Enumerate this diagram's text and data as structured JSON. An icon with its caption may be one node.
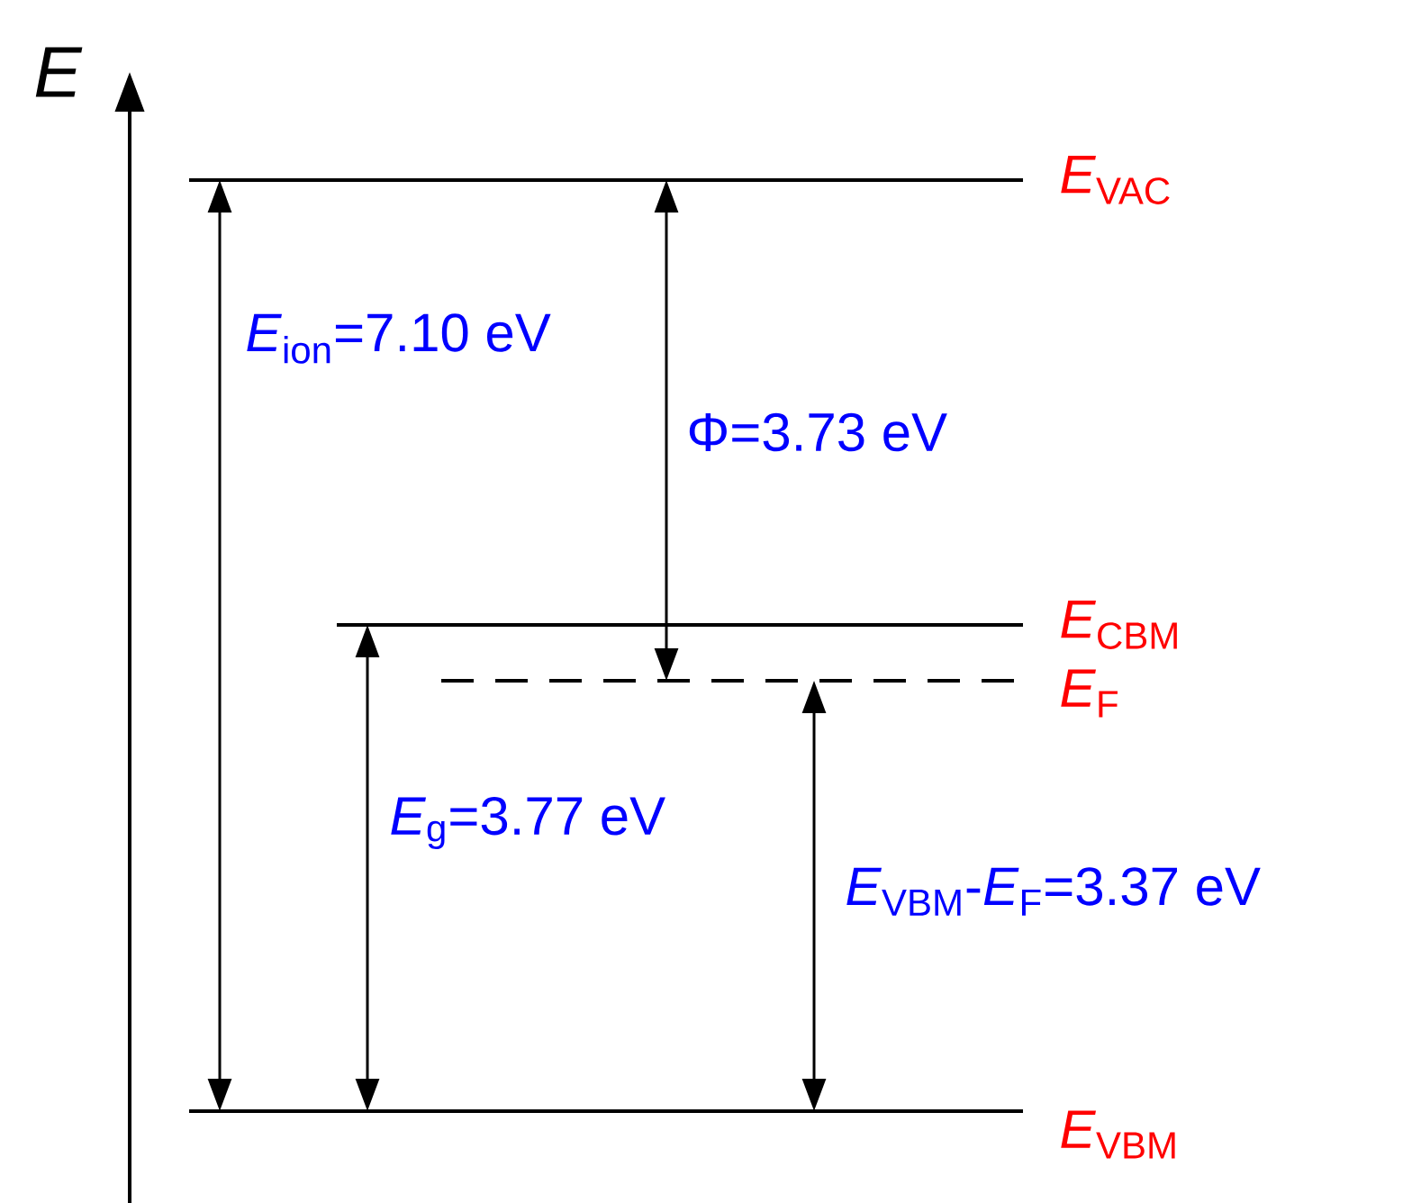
{
  "diagram": {
    "nodes": [
      {
        "text": [],
        "shape": "bar",
        "beside": [
          "*E*$_{VAC}$"
        ]
      },
      {
        "text": [],
        "shape": "bar",
        "beside": [
          "*E*$_{CBM}$"
        ]
      },
      {
        "text": [],
        "shape": "bar",
        "beside": [
          "*E*$_{F}$"
        ]
      },
      {
        "text": [],
        "shape": "bar",
        "beside": [
          "*E*$_{VBM}$"
        ]
      }
    ],
    "edges": [
      {
        "from": 0,
        "to": 3,
        "arrow": "both",
        "label": "*E*$_{ion}$=7.10 eV"
      },
      {
        "from": 0,
        "to": 2,
        "arrow": "both",
        "label": "Φ=3.73 eV"
      },
      {
        "from": 1,
        "to": 3,
        "arrow": "both",
        "label": "*E*$_{g}$=3.77 eV"
      },
      {
        "from": 2,
        "to": 3,
        "arrow": "both",
        "label": "*E*$_{VBM}$-*E*$_{F}$=3.37 eV"
      }
    ],
    "labels": [
      "E"
    ]
  }
}
